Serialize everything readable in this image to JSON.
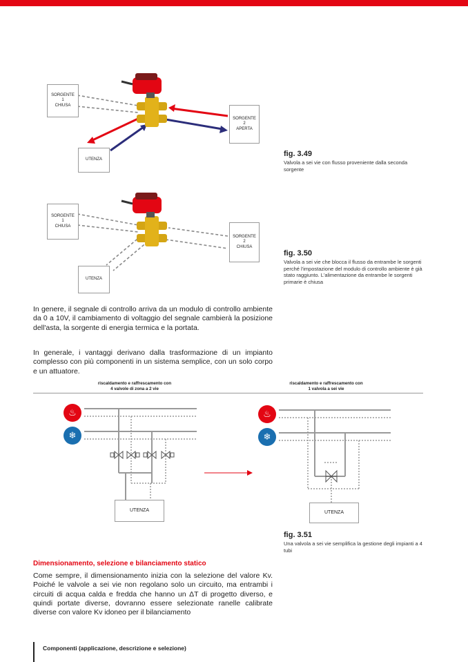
{
  "colors": {
    "accent": "#e30613",
    "hot": "#e30613",
    "cold": "#1a6fb0",
    "flow_blue": "#2b2d7a"
  },
  "diagram1": {
    "sorgente1": "SORGENTE\n1\nCHIUSA",
    "sorgente2": "SORGENTE\n2\nAPERTA",
    "utenza": "UTENZA"
  },
  "fig349": {
    "number": "fig. 3.49",
    "caption": "Valvola a sei vie con flusso proveniente dalla seconda sorgente"
  },
  "diagram2": {
    "sorgente1": "SORGENTE\n1\nCHIUSA",
    "sorgente2": "SORGENTE\n2\nCHIUSA",
    "utenza": "UTENZA"
  },
  "fig350": {
    "number": "fig. 3.50",
    "caption": "Valvola a sei vie che blocca il flusso da entrambe le sorgenti perché l'impostazione del modulo di controllo ambiente è già stato raggiunto. L'alimentazione da entrambe le sorgenti primarie è chiusa"
  },
  "paragraphs": [
    "In genere, il segnale di controllo arriva da un modulo di controllo ambiente da 0 a 10V, il cambiamento di voltaggio del segnale cambierà la posizione dell'asta, la sorgente di energia termica e la portata.",
    "In generale, i vantaggi derivano dalla trasformazione di un impianto complesso con più componenti in un sistema semplice, con un solo corpo e un attuatore."
  ],
  "comparison": {
    "left_title": "riscaldamento e raffrescamento con\n4 valvole di zona a 2 vie",
    "right_title": "riscaldamento e raffrescamento con\n1 valvola a sei vie",
    "left_utenza": "UTENZA",
    "right_utenza": "UTENZA",
    "hot_icon": "heating-icon",
    "cold_icon": "snowflake-icon"
  },
  "fig351": {
    "number": "fig. 3.51",
    "caption": "Una valvola a sei vie semplifica la gestione degli impianti a 4 tubi"
  },
  "section": {
    "title": "Dimensionamento, selezione e bilanciamento statico",
    "text": "Come sempre, il dimensionamento inizia con la selezione del valore Kv. Poiché le valvole a sei vie non regolano solo un circuito, ma entrambi i circuiti di acqua calda e fredda che hanno un ΔT di progetto diverso, e quindi portate diverse, dovranno essere selezionate ranelle calibrate diverse con valore Kv idoneo per il bilanciamento"
  },
  "footer": {
    "text": "Componenti (applicazione, descrizione e selezione)"
  }
}
